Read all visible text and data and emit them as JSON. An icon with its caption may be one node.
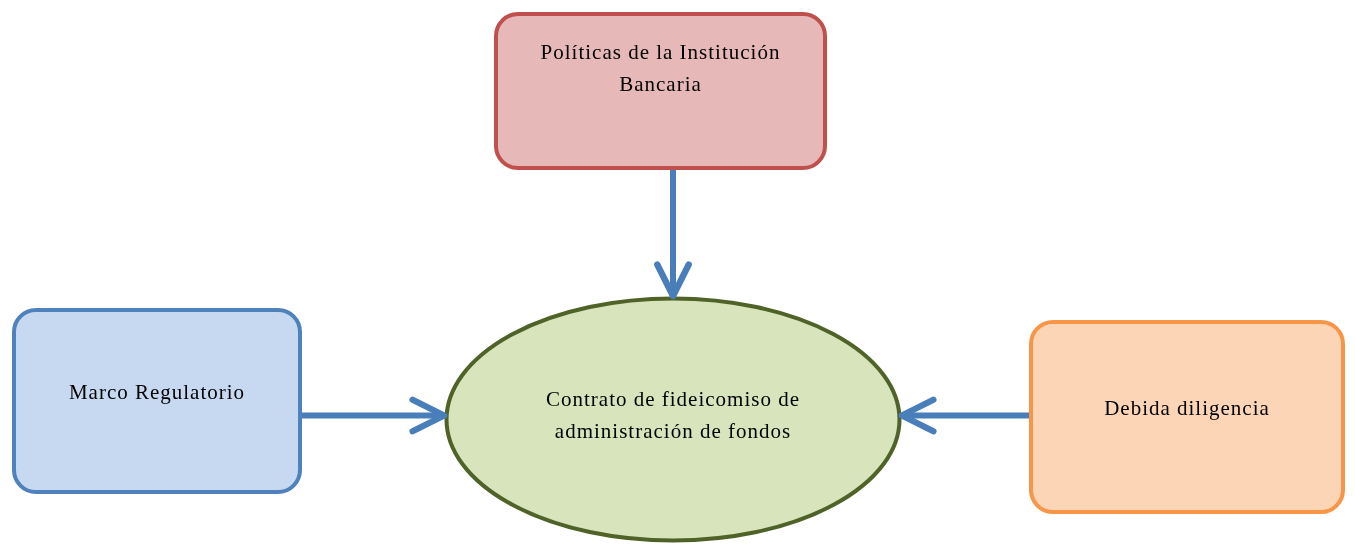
{
  "diagram": {
    "nodes": [
      {
        "text": [
          "Políticas de la Institución Bancaria"
        ]
      },
      {
        "text": [
          "Marco Regulatorio"
        ]
      },
      {
        "text": [
          "Contrato de fideicomiso de administración de fondos"
        ]
      },
      {
        "text": [
          "Debida diligencia"
        ]
      }
    ],
    "edges": [
      {
        "from": 0,
        "to": 2,
        "arrow": "to"
      },
      {
        "from": 1,
        "to": 2,
        "arrow": "to"
      },
      {
        "from": 3,
        "to": 2,
        "arrow": "to"
      }
    ]
  }
}
